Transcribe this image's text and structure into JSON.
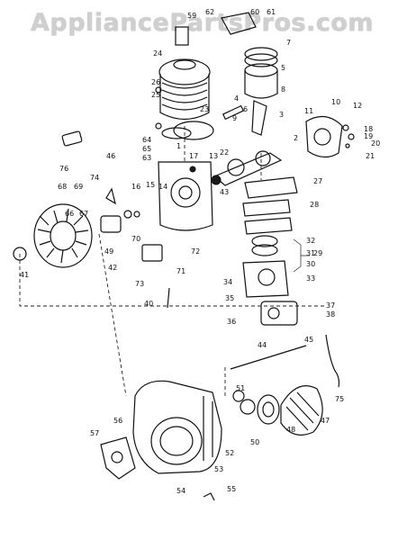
{
  "watermark": "AppliancePartsPros.com",
  "part_numbers": [
    "1",
    "2",
    "3",
    "4",
    "5",
    "6",
    "7",
    "8",
    "9",
    "10",
    "11",
    "12",
    "13",
    "14",
    "15",
    "16",
    "17",
    "18",
    "19",
    "20",
    "21",
    "22",
    "23",
    "24",
    "25",
    "26",
    "27",
    "28",
    "29",
    "30",
    "31",
    "32",
    "33",
    "34",
    "35",
    "36",
    "37",
    "38",
    "40",
    "41",
    "42",
    "43",
    "44",
    "45",
    "46",
    "47",
    "48",
    "49",
    "50",
    "51",
    "52",
    "53",
    "54",
    "55",
    "56",
    "57",
    "59",
    "60",
    "61",
    "62",
    "63",
    "64",
    "65",
    "66",
    "67",
    "68",
    "69",
    "70",
    "71",
    "72",
    "73",
    "74",
    "75",
    "76"
  ]
}
